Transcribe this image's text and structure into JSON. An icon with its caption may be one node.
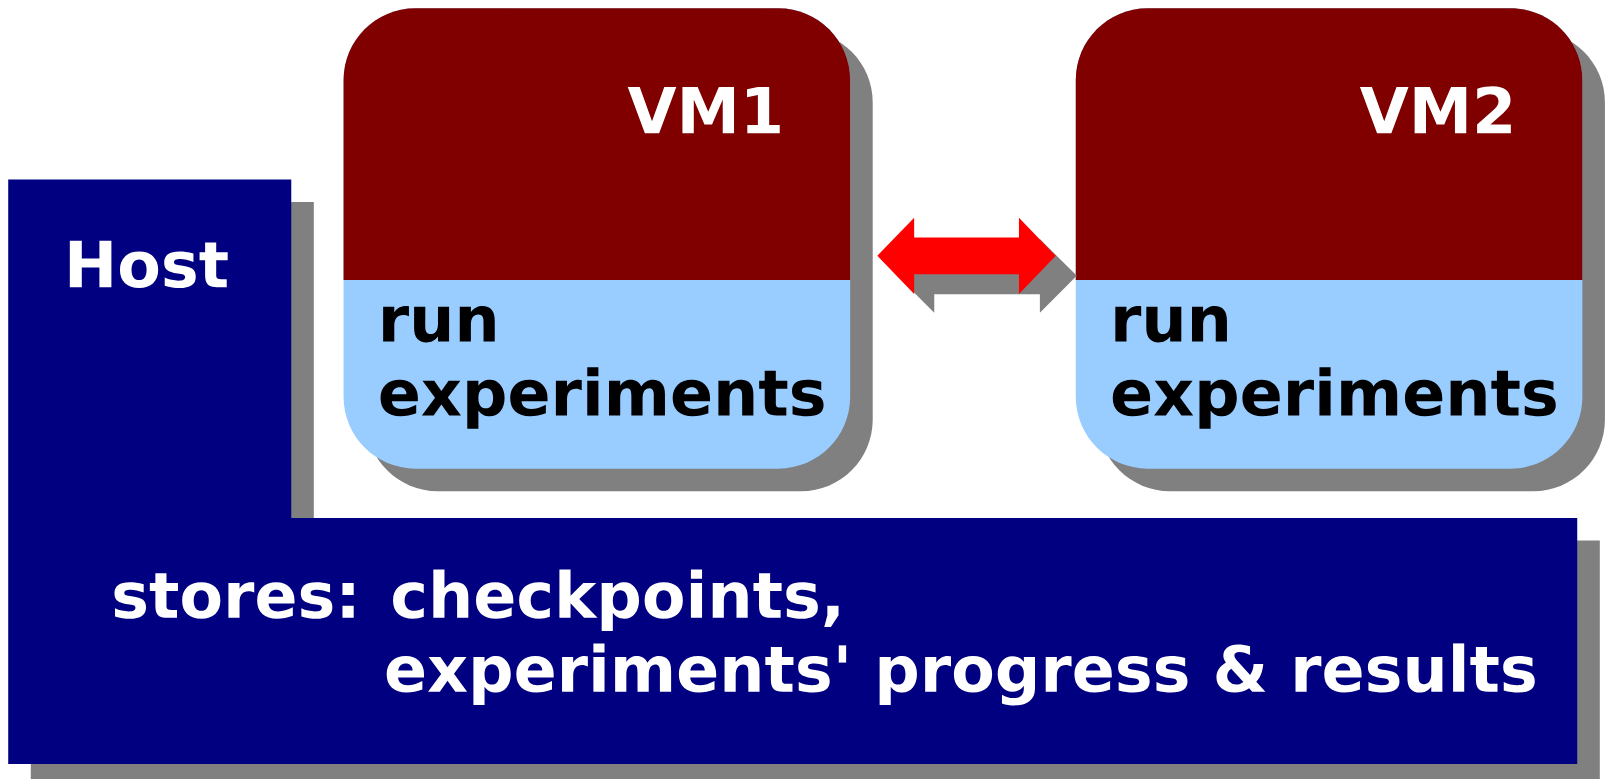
{
  "diagram": {
    "nodes": [
      {
        "text": [
          "Host",
          "stores: checkpoints, experiments' progress & results"
        ]
      },
      {
        "text": [
          "VM1",
          "run experiments"
        ]
      },
      {
        "text": [
          "VM2",
          "run experiments"
        ]
      }
    ],
    "edges": [
      {
        "from": 1,
        "to": 2,
        "arrow": "both"
      }
    ]
  }
}
